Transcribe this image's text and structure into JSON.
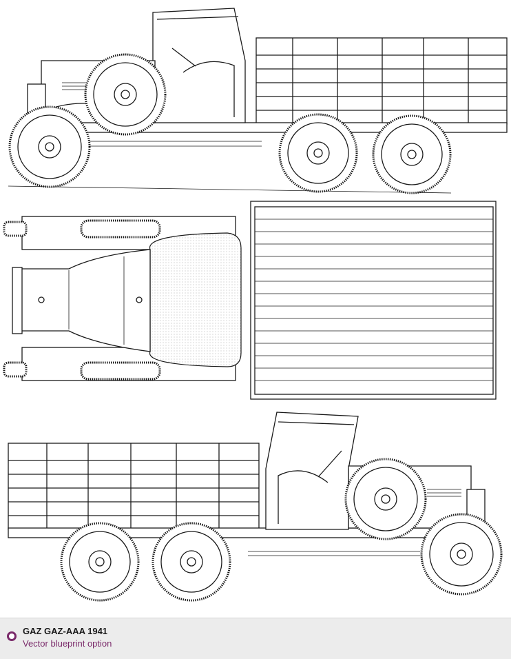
{
  "caption": {
    "title": "GAZ GAZ-AAA 1941",
    "subtitle": "Vector blueprint option",
    "icon": "ring-icon",
    "icon_color": "#7a2a6a"
  },
  "blueprint": {
    "views": [
      "side-view-left",
      "top-view",
      "side-view-right"
    ]
  }
}
